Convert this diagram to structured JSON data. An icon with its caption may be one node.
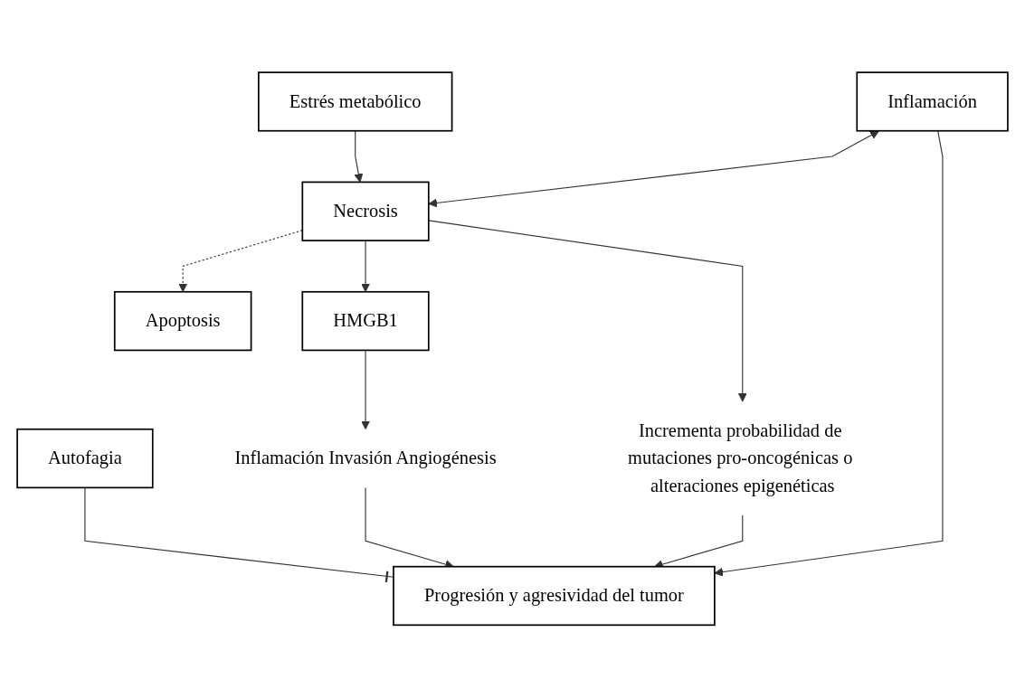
{
  "diagram": {
    "nodes": [
      {
        "text": [
          "Estrés metabólico"
        ]
      },
      {
        "text": [
          "Inflamación"
        ]
      },
      {
        "text": [
          "Necrosis"
        ]
      },
      {
        "text": [
          "Apoptosis"
        ]
      },
      {
        "text": [
          "Autofagia"
        ]
      },
      {
        "text": [
          "HMGB1"
        ]
      },
      {
        "text": [
          "Incrementa probabilidad de mutaciones pro-oncogénicas o alteraciones epigenéticas"
        ]
      },
      {
        "text": [
          "Inflamación Invasión Angiogénesis"
        ]
      },
      {
        "text": [
          "Progresión y agresividad del tumor"
        ]
      }
    ],
    "edges": [
      {
        "from": 0,
        "to": 2,
        "arrow": "to"
      },
      {
        "from": 1,
        "to": 2,
        "arrow": "both"
      },
      {
        "from": 2,
        "to": 3,
        "arrow": "to",
        "style": "dashed"
      },
      {
        "from": 2,
        "to": 5,
        "arrow": "to"
      },
      {
        "from": 2,
        "to": 6,
        "arrow": "to"
      },
      {
        "from": 5,
        "to": 7,
        "arrow": "to"
      },
      {
        "from": 1,
        "to": 8,
        "arrow": "to"
      },
      {
        "from": 7,
        "to": 8,
        "arrow": "to"
      },
      {
        "from": 6,
        "to": 8,
        "arrow": "to"
      },
      {
        "from": 4,
        "to": 8,
        "arrow": "other"
      }
    ]
  }
}
